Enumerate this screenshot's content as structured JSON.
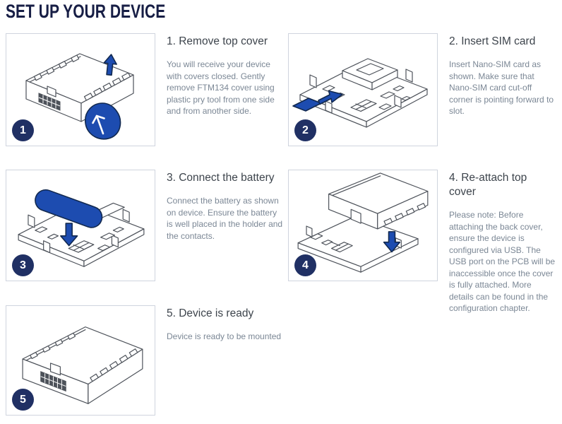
{
  "page": {
    "title": "SET UP YOUR DEVICE"
  },
  "colors": {
    "accent_blue": "#1d4cb0",
    "badge_navy": "#203064",
    "title_navy": "#171e45",
    "heading_dark": "#3d444c",
    "body_gray": "#7b8795",
    "box_border": "#cfd4de",
    "line_art": "#4d525a"
  },
  "steps": [
    {
      "number": "1",
      "title": "1. Remove top cover",
      "description": "You will receive your device with covers closed. Gently remove FTM134 cover using plastic pry tool from one side and from another side.",
      "illustration": "closed-device-with-pry-tool"
    },
    {
      "number": "2",
      "title": "2. Insert SIM card",
      "description": "Insert Nano-SIM card as shown. Make sure that Nano-SIM card cut-off corner is pointing forward to slot.",
      "illustration": "pcb-with-sim-card-insert"
    },
    {
      "number": "3",
      "title": "3. Connect the battery",
      "description": "Connect the battery as shown on device. Ensure the battery is well placed in the holder and the contacts.",
      "illustration": "pcb-with-battery"
    },
    {
      "number": "4",
      "title": "4. Re-attach top cover",
      "description": "Please note: Before attaching the back cover, ensure the device is configured via USB. The USB port on the PCB will be inaccessible once the cover is fully attached. More details can be found in the configuration chapter.",
      "illustration": "cover-reattach"
    },
    {
      "number": "5",
      "title": "5. Device is ready",
      "description": "Device is ready to be mounted",
      "illustration": "assembled-device"
    }
  ]
}
